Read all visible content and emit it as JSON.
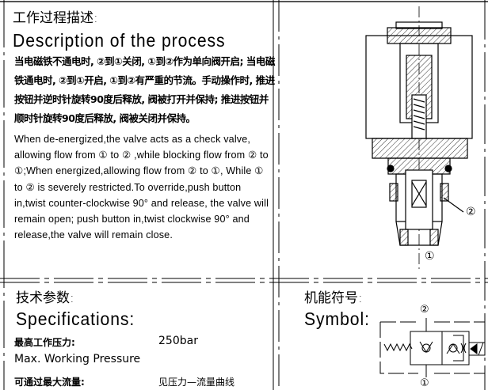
{
  "description": {
    "title_cn": "工作过程描述:",
    "title_en": "Description of the process",
    "text_cn": "当电磁铁不通电时, ②到①关闭, ①到②作为单向阀开启; 当电磁铁通电时, ②到①开启, ①到②有严重的节流。手动操作时, 推进按钮并逆时针旋转90度后释放, 阀被打开并保持; 推进按钮并顺时针旋转90度后释放, 阀被关闭并保持。",
    "text_en": "When de-energized,the valve acts as a check valve, allowing flow from ① to ② ,while blocking flow from ② to ①;When energized,allowing flow from ② to ①, While ① to ② is severely restricted.To override,push button in,twist counter-clockwise 90° and release, the valve will remain open; push button in,twist clockwise  90° and release,the valve will remain close."
  },
  "drawing": {
    "port_2": "②",
    "port_1": "①"
  },
  "specifications": {
    "title_cn": "技术参数:",
    "title_en": "Specifications:",
    "rows": [
      {
        "label_cn": "最高工作压力:",
        "label_en": "Max. Working Pressure",
        "value": "250bar"
      },
      {
        "label_cn": "可通过最大流量:",
        "value": "见压力—流量曲线"
      }
    ]
  },
  "symbol": {
    "title_cn": "机能符号:",
    "title_en": "Symbol:",
    "port_top": "②",
    "port_bottom": "①"
  }
}
